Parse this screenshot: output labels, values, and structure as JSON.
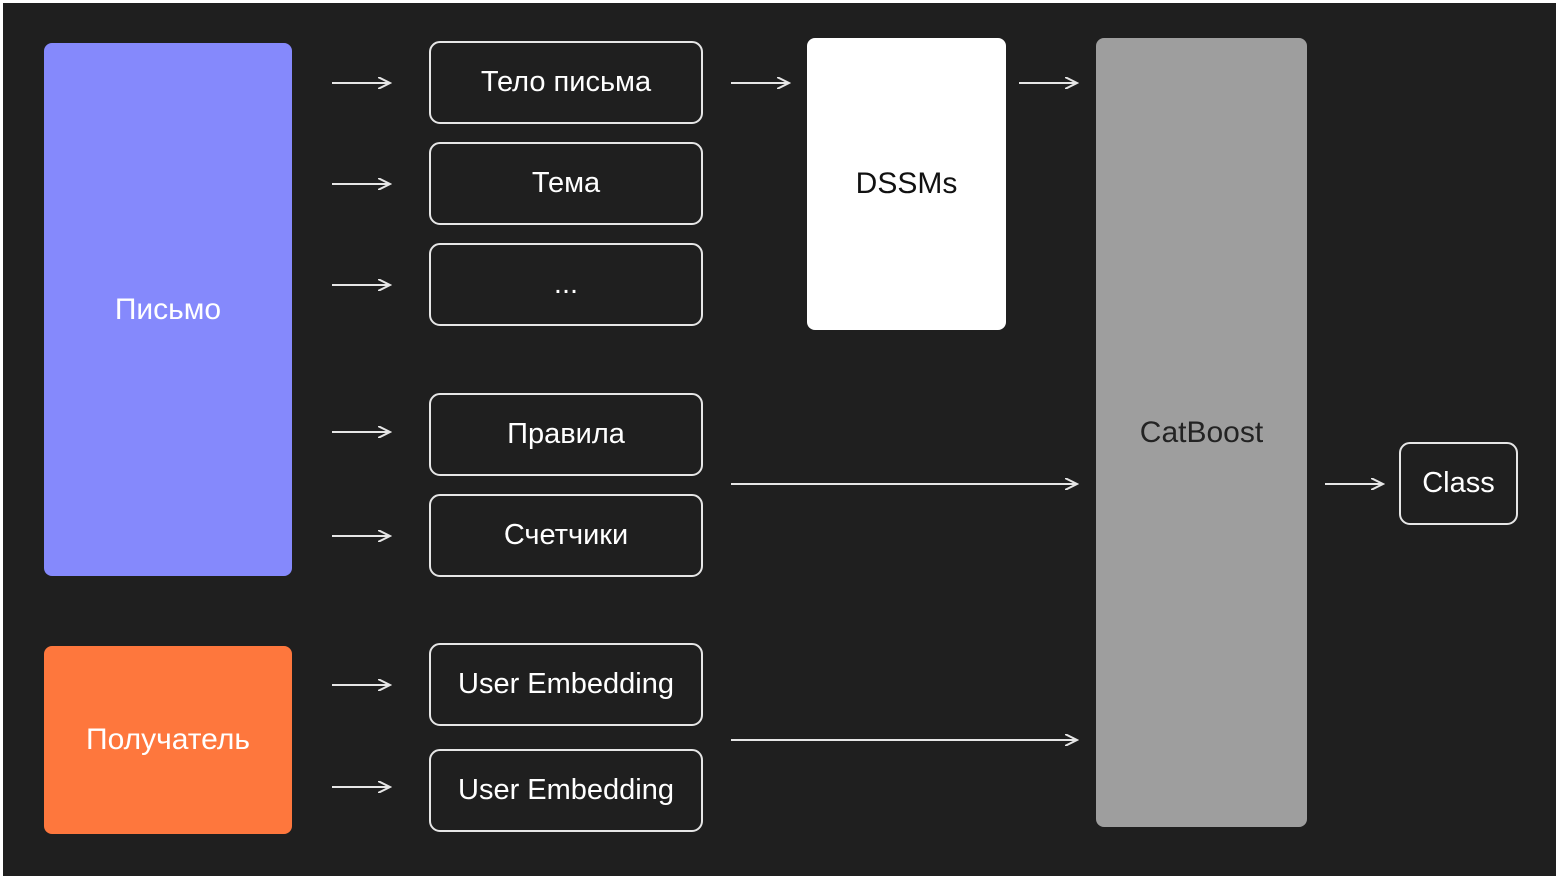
{
  "sources": {
    "letter": "Письмо",
    "recipient": "Получатель"
  },
  "features": {
    "body": "Тело письма",
    "subject": "Тема",
    "more": "...",
    "rules": "Правила",
    "counters": "Счетчики",
    "user_embedding_1": "User Embedding",
    "user_embedding_2": "User Embedding"
  },
  "models": {
    "dssm": "DSSMs",
    "catboost": "CatBoost"
  },
  "output": {
    "class": "Class"
  }
}
